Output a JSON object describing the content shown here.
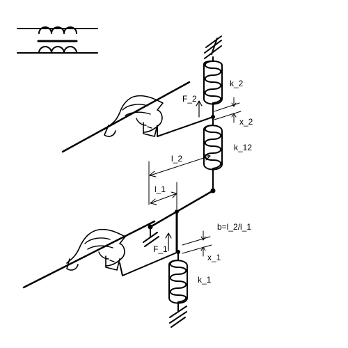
{
  "labels": {
    "k2": "k_2",
    "F2": "F_2",
    "x2": "x_2",
    "k12": "k_12",
    "l2": "l_2",
    "l1": "l_1",
    "b": "b=l_2/l_1",
    "F1": "F_1",
    "x1": "x_1",
    "k1": "k_1"
  },
  "icons": {
    "transformer": "transformer-symbol-icon",
    "hand": "hand-icon",
    "spring": "spring-icon",
    "ground": "ground-hatch-icon"
  },
  "colors": {
    "ink": "#000000",
    "background": "#ffffff"
  }
}
